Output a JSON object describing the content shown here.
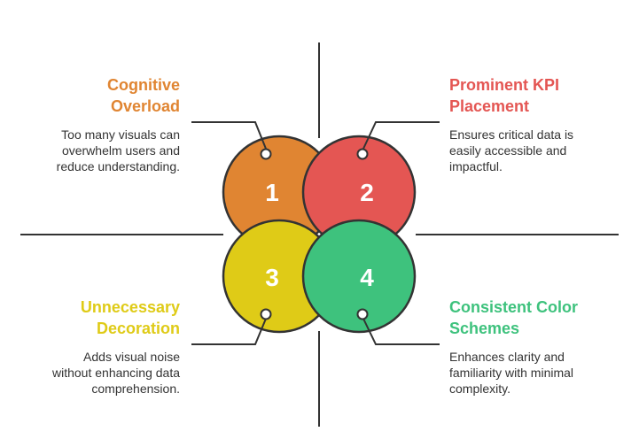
{
  "items": [
    {
      "number": "1",
      "title_lines": [
        "Cognitive",
        "Overload"
      ],
      "desc_lines": [
        "Too many visuals can",
        "overwhelm users and",
        "reduce understanding."
      ],
      "color": "#E08532"
    },
    {
      "number": "2",
      "title_lines": [
        "Prominent KPI",
        "Placement"
      ],
      "desc_lines": [
        "Ensures critical data is",
        "easily accessible and",
        "impactful."
      ],
      "color": "#E45653"
    },
    {
      "number": "3",
      "title_lines": [
        "Unnecessary",
        "Decoration"
      ],
      "desc_lines": [
        "Adds visual noise",
        "without enhancing data",
        "comprehension."
      ],
      "color": "#DFCB17"
    },
    {
      "number": "4",
      "title_lines": [
        "Consistent Color",
        "Schemes"
      ],
      "desc_lines": [
        "Enhances clarity and",
        "familiarity with minimal",
        "complexity."
      ],
      "color": "#3EC27D"
    }
  ],
  "colors": {
    "stroke": "#333333",
    "axis": "#333333",
    "number_text": "#ffffff"
  }
}
